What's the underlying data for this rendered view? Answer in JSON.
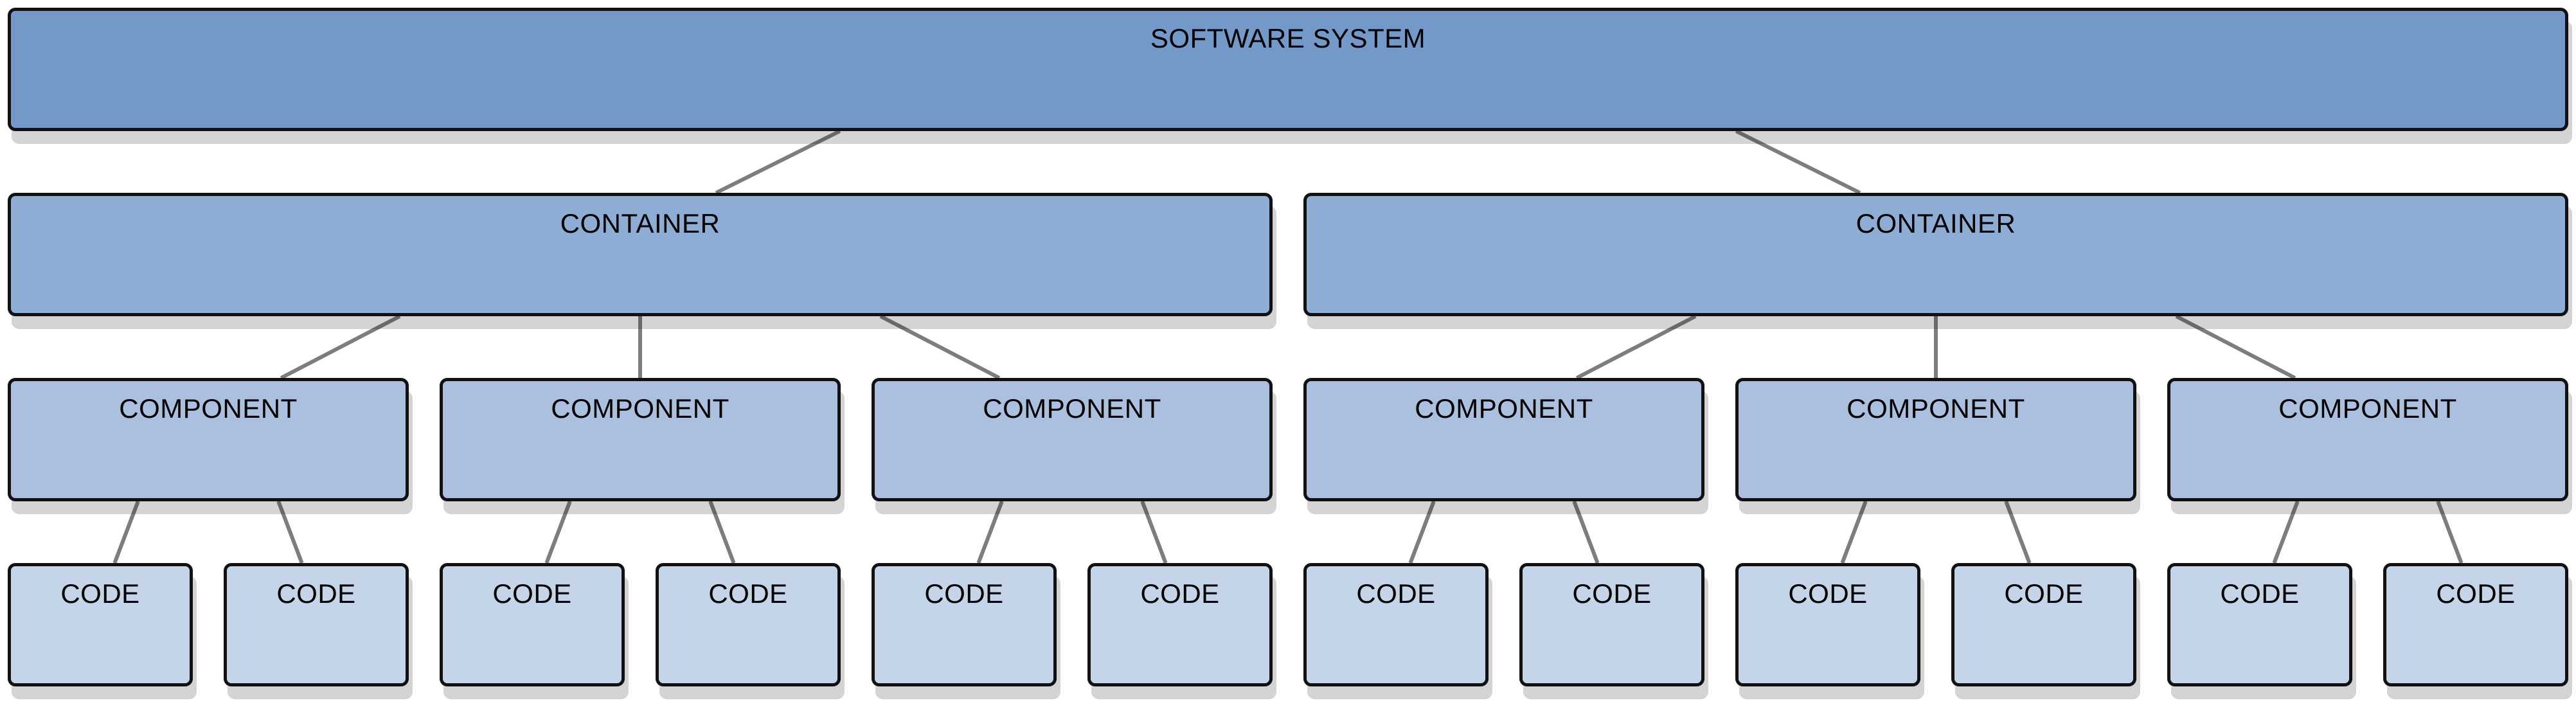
{
  "diagram": {
    "nodes": [
      {
        "id": "system",
        "label": "SOFTWARE SYSTEM",
        "level": "system"
      },
      {
        "id": "container-1",
        "label": "CONTAINER",
        "level": "container"
      },
      {
        "id": "container-2",
        "label": "CONTAINER",
        "level": "container"
      },
      {
        "id": "component-1",
        "label": "COMPONENT",
        "level": "component"
      },
      {
        "id": "component-2",
        "label": "COMPONENT",
        "level": "component"
      },
      {
        "id": "component-3",
        "label": "COMPONENT",
        "level": "component"
      },
      {
        "id": "component-4",
        "label": "COMPONENT",
        "level": "component"
      },
      {
        "id": "component-5",
        "label": "COMPONENT",
        "level": "component"
      },
      {
        "id": "component-6",
        "label": "COMPONENT",
        "level": "component"
      },
      {
        "id": "code-1",
        "label": "CODE",
        "level": "code"
      },
      {
        "id": "code-2",
        "label": "CODE",
        "level": "code"
      },
      {
        "id": "code-3",
        "label": "CODE",
        "level": "code"
      },
      {
        "id": "code-4",
        "label": "CODE",
        "level": "code"
      },
      {
        "id": "code-5",
        "label": "CODE",
        "level": "code"
      },
      {
        "id": "code-6",
        "label": "CODE",
        "level": "code"
      },
      {
        "id": "code-7",
        "label": "CODE",
        "level": "code"
      },
      {
        "id": "code-8",
        "label": "CODE",
        "level": "code"
      },
      {
        "id": "code-9",
        "label": "CODE",
        "level": "code"
      },
      {
        "id": "code-10",
        "label": "CODE",
        "level": "code"
      },
      {
        "id": "code-11",
        "label": "CODE",
        "level": "code"
      },
      {
        "id": "code-12",
        "label": "CODE",
        "level": "code"
      }
    ],
    "edges": [
      [
        "system",
        "container-1"
      ],
      [
        "system",
        "container-2"
      ],
      [
        "container-1",
        "component-1"
      ],
      [
        "container-1",
        "component-2"
      ],
      [
        "container-1",
        "component-3"
      ],
      [
        "container-2",
        "component-4"
      ],
      [
        "container-2",
        "component-5"
      ],
      [
        "container-2",
        "component-6"
      ],
      [
        "component-1",
        "code-1"
      ],
      [
        "component-1",
        "code-2"
      ],
      [
        "component-2",
        "code-3"
      ],
      [
        "component-2",
        "code-4"
      ],
      [
        "component-3",
        "code-5"
      ],
      [
        "component-3",
        "code-6"
      ],
      [
        "component-4",
        "code-7"
      ],
      [
        "component-4",
        "code-8"
      ],
      [
        "component-5",
        "code-9"
      ],
      [
        "component-5",
        "code-10"
      ],
      [
        "component-6",
        "code-11"
      ],
      [
        "component-6",
        "code-12"
      ]
    ]
  }
}
